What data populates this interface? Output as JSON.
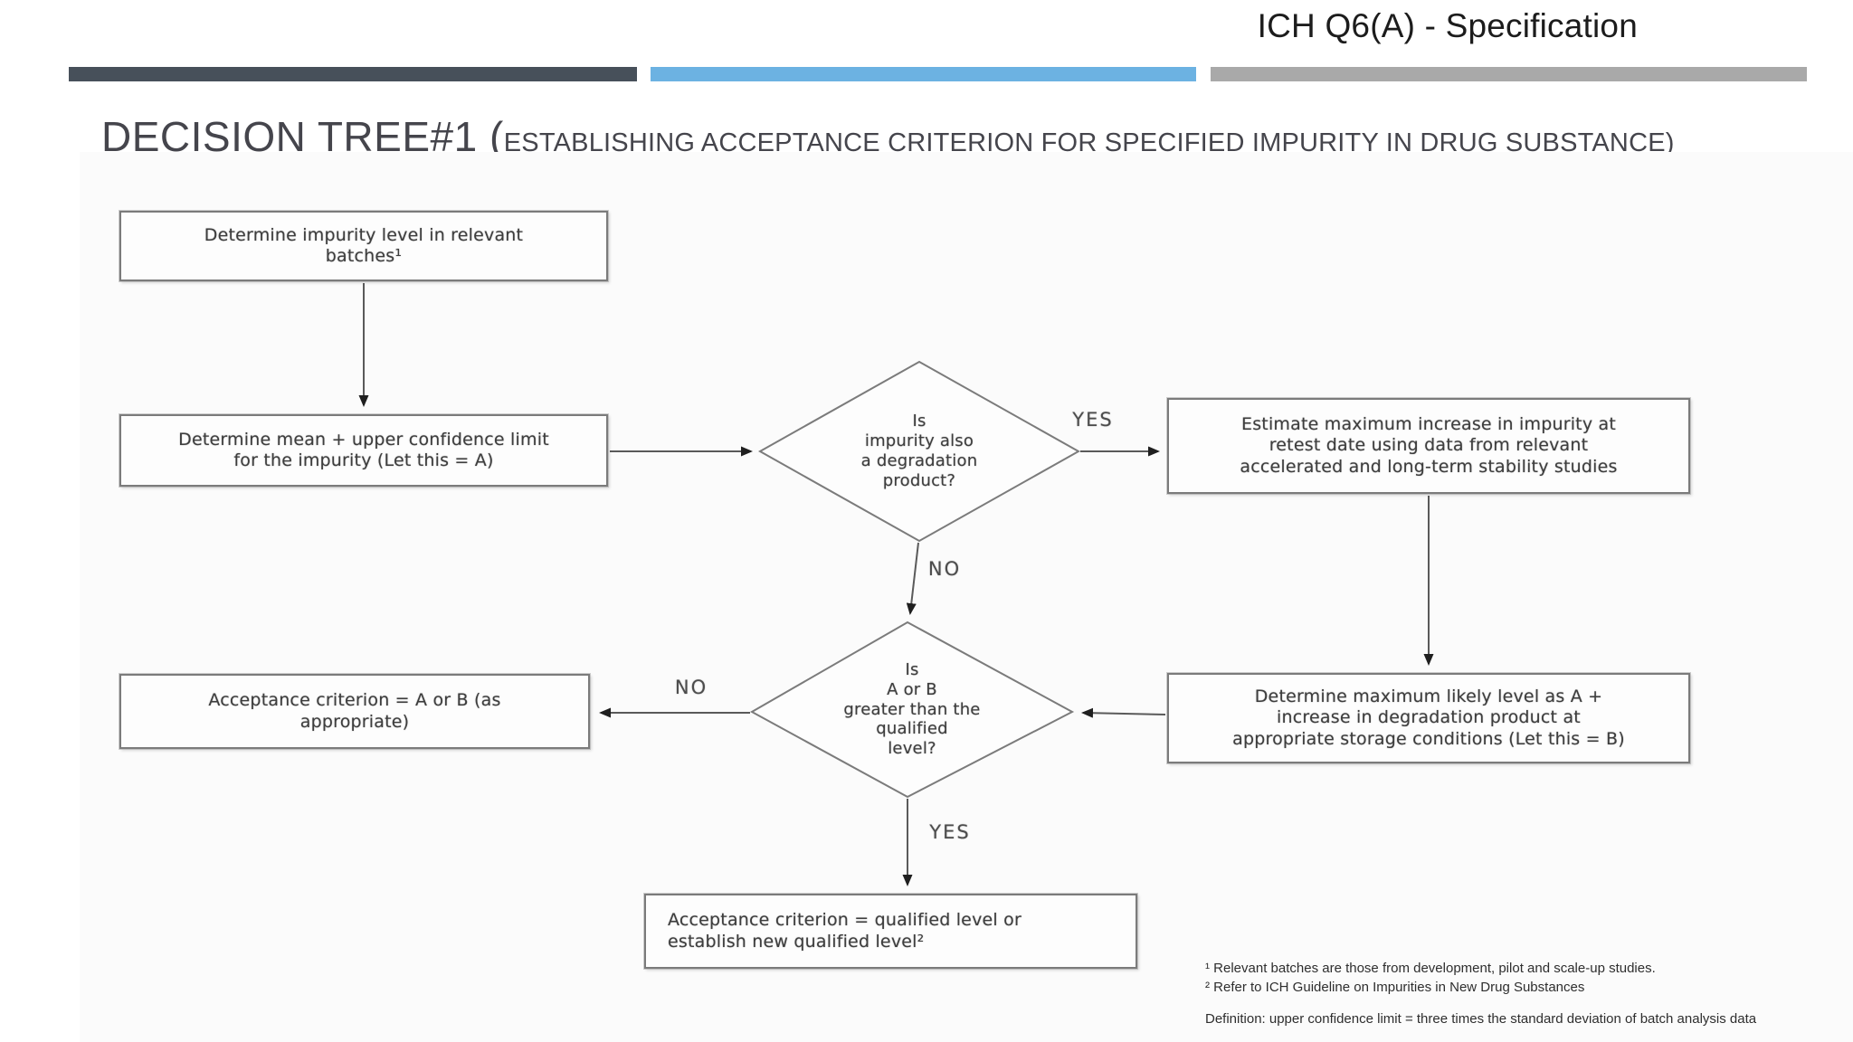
{
  "header": {
    "title": "ICH Q6(A) - Specification"
  },
  "slide_title": {
    "main": "DECISION TREE#1 (",
    "sub": "ESTABLISHING ACCEPTANCE CRITERION FOR SPECIFIED IMPURITY IN DRUG SUBSTANCE)"
  },
  "colors": {
    "accent_bar_dark": "#47505a",
    "accent_bar_blue": "#6cb2e2",
    "accent_bar_gray": "#a9a9a9",
    "box_border": "#7b7b7b",
    "connector_line": "#5a5a5a",
    "text": "#3d3d3d"
  },
  "flowchart": {
    "box_determine_level": "Determine impurity level in relevant batches¹",
    "box_determine_mean": "Determine mean + upper confidence limit for the impurity (Let this = A)",
    "box_estimate_increase": "Estimate maximum increase in impurity at retest date using data from relevant accelerated and long-term stability studies",
    "box_determine_max": "Determine maximum likely level as A + increase in degradation product at appropriate storage conditions (Let this = B)",
    "box_acceptance_a_or_b": "Acceptance criterion = A or B (as appropriate)",
    "box_acceptance_qualified": "Acceptance criterion = qualified level or establish new qualified level²",
    "diamond_degradation": {
      "lines": [
        "Is",
        "impurity also",
        "a degradation",
        "product?"
      ]
    },
    "diamond_qualified": {
      "lines": [
        "Is",
        "A or B",
        "greater than the",
        "qualified",
        "level?"
      ]
    },
    "labels": {
      "yes1": "YES",
      "no1": "NO",
      "no2": "NO",
      "yes2": "YES"
    }
  },
  "footnotes": {
    "fn1": "¹ Relevant batches are those from development, pilot and scale-up studies.",
    "fn2": "² Refer to ICH Guideline on Impurities in New Drug Substances",
    "fn3": "Definition: upper confidence limit = three times the standard deviation of batch analysis data"
  }
}
